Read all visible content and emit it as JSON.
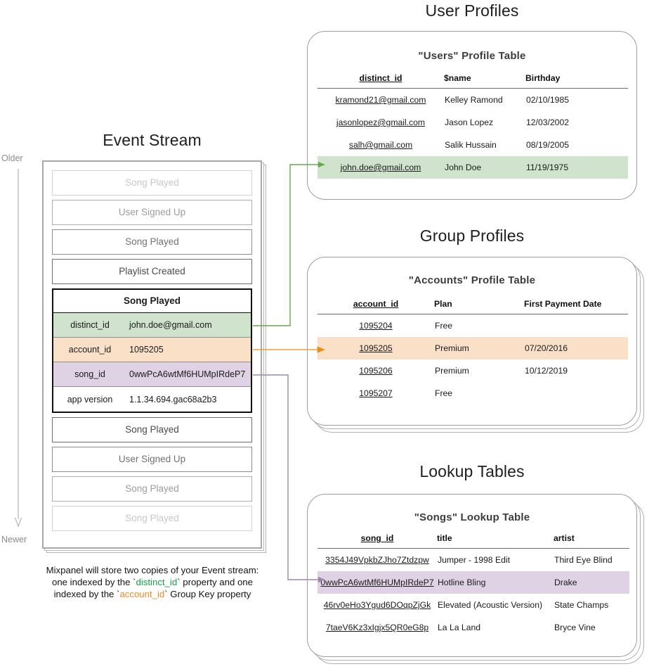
{
  "sections": {
    "event_stream_title": "Event Stream",
    "user_profiles_title": "User Profiles",
    "group_profiles_title": "Group Profiles",
    "lookup_tables_title": "Lookup Tables"
  },
  "time_axis": {
    "older_label": "Older",
    "newer_label": "Newer"
  },
  "event_stream": {
    "rows_above": [
      {
        "label": "Song Played",
        "fade": "fade-1"
      },
      {
        "label": "User Signed Up",
        "fade": "fade-2"
      },
      {
        "label": "Song Played",
        "fade": "fade-3"
      },
      {
        "label": "Playlist Created",
        "fade": "fade-4"
      }
    ],
    "focused_event": {
      "name": "Song Played",
      "properties": [
        {
          "key": "distinct_id",
          "value": "john.doe@gmail.com",
          "tint": "prop-green"
        },
        {
          "key": "account_id",
          "value": "1095205",
          "tint": "prop-orange"
        },
        {
          "key": "song_id",
          "value": "0wwPcA6wtMf6HUMpIRdeP7",
          "tint": "prop-purple"
        },
        {
          "key": "app version",
          "value": "1.1.34.694.gac68a2b3",
          "tint": "prop-plain"
        }
      ]
    },
    "rows_below": [
      {
        "label": "Song Played",
        "fade": "fade-4"
      },
      {
        "label": "User Signed Up",
        "fade": "fade-3"
      },
      {
        "label": "Song Played",
        "fade": "fade-2"
      },
      {
        "label": "Song Played",
        "fade": "fade-1"
      }
    ],
    "caption": {
      "line1": "Mixpanel will store two copies of your Event stream:",
      "line2_a": "one indexed by the `",
      "line2_code": "distinct_id",
      "line2_b": "` property and one",
      "line3_a": "indexed by the `",
      "line3_code": "account_id",
      "line3_b": "` Group Key property"
    }
  },
  "users_table": {
    "title": "\"Users\" Profile Table",
    "columns": [
      "distinct_id",
      "$name",
      "Birthday"
    ],
    "rows": [
      {
        "distinct_id": "kramond21@gmail.com",
        "name": "Kelley Ramond",
        "birthday": "02/10/1985",
        "highlight": ""
      },
      {
        "distinct_id": "jasonlopez@gmail.com",
        "name": "Jason Lopez",
        "birthday": "12/03/2002",
        "highlight": ""
      },
      {
        "distinct_id": "salh@gmail.com",
        "name": "Salik Hussain",
        "birthday": "08/19/2005",
        "highlight": ""
      },
      {
        "distinct_id": "john.doe@gmail.com",
        "name": "John Doe",
        "birthday": "11/19/1975",
        "highlight": "hl-green"
      }
    ]
  },
  "accounts_table": {
    "title": "\"Accounts\" Profile Table",
    "columns": [
      "account_id",
      "Plan",
      "First Payment Date"
    ],
    "rows": [
      {
        "account_id": "1095204",
        "plan": "Free",
        "first_payment_date": "",
        "highlight": ""
      },
      {
        "account_id": "1095205",
        "plan": "Premium",
        "first_payment_date": "07/20/2016",
        "highlight": "hl-orange"
      },
      {
        "account_id": "1095206",
        "plan": "Premium",
        "first_payment_date": "10/12/2019",
        "highlight": ""
      },
      {
        "account_id": "1095207",
        "plan": "Free",
        "first_payment_date": "",
        "highlight": ""
      }
    ]
  },
  "songs_table": {
    "title": "\"Songs\" Lookup Table",
    "columns": [
      "song_id",
      "title",
      "artist"
    ],
    "rows": [
      {
        "song_id": "3354J49VpkbZJho7Ztdzpw",
        "title": "Jumper - 1998 Edit",
        "artist": "Third Eye Blind",
        "highlight": ""
      },
      {
        "song_id": "0wwPcA6wtMf6HUMpIRdeP7",
        "title": "Hotline Bling",
        "artist": "Drake",
        "highlight": "hl-purple"
      },
      {
        "song_id": "46rv0eHo3Ygud6DOqpZjGk",
        "title": "Elevated (Acoustic Version)",
        "artist": "State Champs",
        "highlight": ""
      },
      {
        "song_id": "7taeV6Kz3xIgjx5QR0eG8p",
        "title": "La La Land",
        "artist": "Bryce Vine",
        "highlight": ""
      }
    ]
  },
  "colors": {
    "green_highlight": "#cfe3cd",
    "orange_highlight": "#fbe0c8",
    "purple_highlight": "#dfd2e5",
    "green_connector": "#6aa84f",
    "orange_connector": "#e8a33d",
    "purple_connector": "#9e86ab",
    "code_green": "#13a04b",
    "code_orange": "#f08a1c"
  }
}
